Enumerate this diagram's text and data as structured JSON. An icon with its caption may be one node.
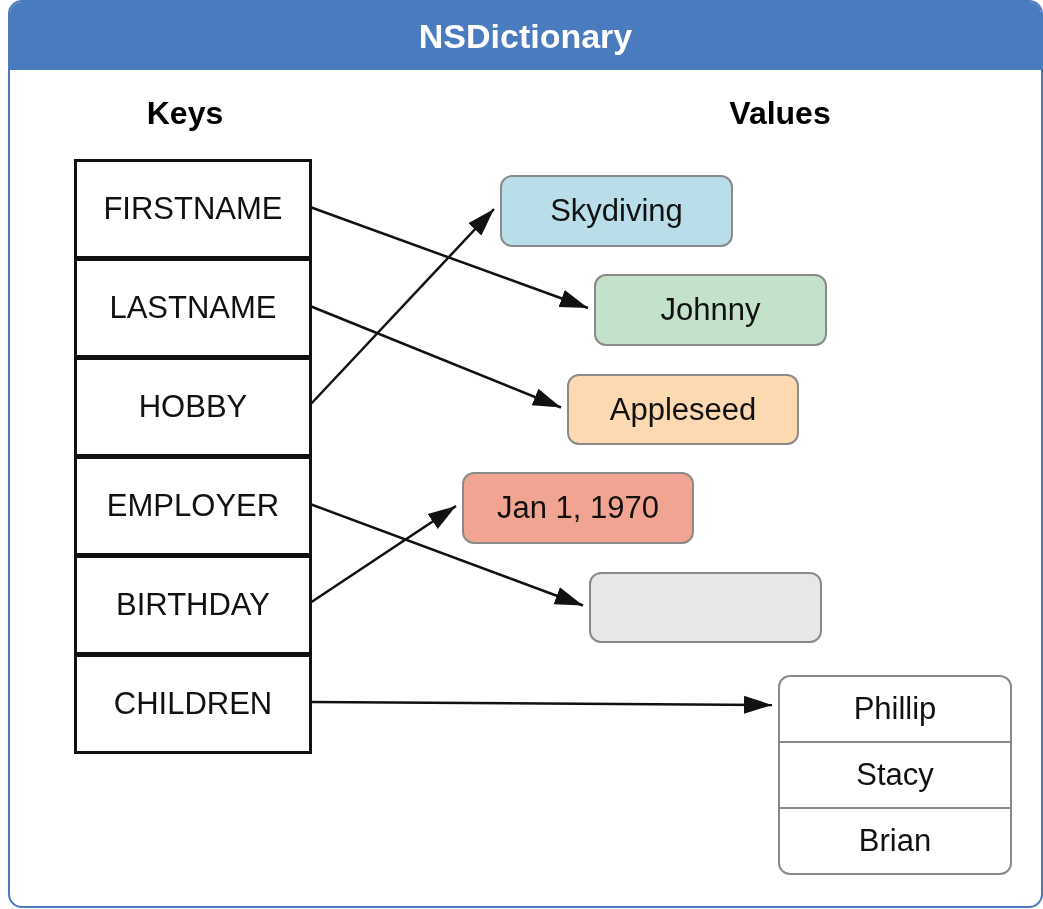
{
  "diagram": {
    "nodes": [
      {
        "text": [
          "NSDictionary"
        ]
      },
      {
        "text": [
          "FIRSTNAME"
        ],
        "in": 0
      },
      {
        "text": [
          "LASTNAME"
        ],
        "in": 0
      },
      {
        "text": [
          "HOBBY"
        ],
        "in": 0
      },
      {
        "text": [
          "EMPLOYER"
        ],
        "in": 0
      },
      {
        "text": [
          "BIRTHDAY"
        ],
        "in": 0
      },
      {
        "text": [
          "CHILDREN"
        ],
        "in": 0
      },
      {
        "text": [
          "Skydiving"
        ],
        "in": 0
      },
      {
        "text": [
          "Johnny"
        ],
        "in": 0
      },
      {
        "text": [
          "Appleseed"
        ],
        "in": 0
      },
      {
        "text": [
          "Jan 1, 1970"
        ],
        "in": 0
      },
      {
        "text": [],
        "shape": "box",
        "in": 0
      },
      {
        "text": [
          "Phillip",
          "Stacy",
          "Brian"
        ],
        "in": 0
      }
    ],
    "edges": [
      {
        "from": 1,
        "to": 8,
        "arrow": "to"
      },
      {
        "from": 2,
        "to": 9,
        "arrow": "to"
      },
      {
        "from": 3,
        "to": 7,
        "arrow": "to"
      },
      {
        "from": 4,
        "to": 11,
        "arrow": "to"
      },
      {
        "from": 5,
        "to": 10,
        "arrow": "to"
      },
      {
        "from": 6,
        "to": 12,
        "arrow": "to"
      }
    ],
    "labels": [
      "Keys",
      "Values"
    ]
  }
}
